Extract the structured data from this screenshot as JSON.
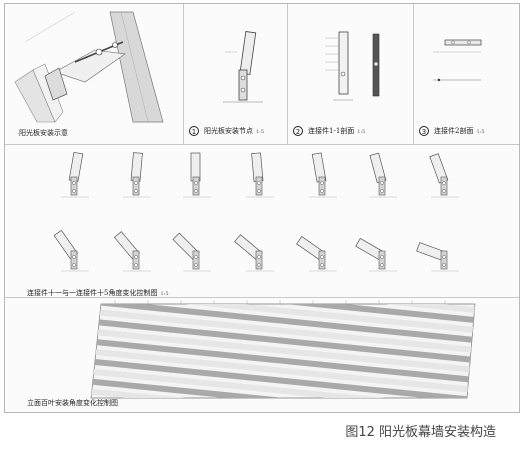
{
  "panels": {
    "schematic_label": "阳光板安装示意",
    "detail1": {
      "num": "1",
      "label": "阳光板安装节点",
      "scale": "1:5"
    },
    "detail2": {
      "num": "2",
      "label": "连接件1-1剖面",
      "scale": "1:5"
    },
    "detail3": {
      "num": "3",
      "label": "连接件2剖面",
      "scale": "1:5"
    }
  },
  "angle_label": "连接件十一与一连接件十5角度变化控制图",
  "angle_label_scale": "1:5",
  "panel_label": "立面百叶安装角度变化控制图",
  "caption": "图12 阳光板幕墙安装构造",
  "colors": {
    "line": "#555555",
    "panel_light": "#e6e6e6",
    "panel_dark": "#a9a9a9",
    "border": "#b8b8b8"
  }
}
